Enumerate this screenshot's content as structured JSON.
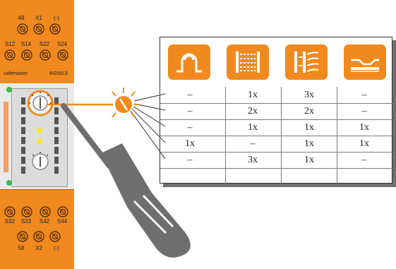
{
  "relay": {
    "top_terminals_row1": [
      "48",
      "X1",
      "(-)"
    ],
    "top_terminals_row2": [
      "S12",
      "S14",
      "S22",
      "S24"
    ],
    "brand_left": "safemaster",
    "brand_right": "BG5913",
    "bottom_terminals_row1": [
      "S32",
      "S33",
      "S42",
      "S44"
    ],
    "bottom_terminals_row2": [
      "58",
      "X2",
      "(-)"
    ]
  },
  "table": {
    "columns": [
      "two-hand-icon",
      "light-curtain-icon",
      "light-grid-icon",
      "safety-mat-icon"
    ],
    "rows": [
      [
        "–",
        "1x",
        "3x",
        "–"
      ],
      [
        "–",
        "2x",
        "2x",
        "–"
      ],
      [
        "–",
        "1x",
        "1x",
        "1x"
      ],
      [
        "1x",
        "–",
        "1x",
        "1x"
      ],
      [
        "–",
        "3x",
        "1x",
        "–"
      ]
    ]
  },
  "colors": {
    "orange": "#f08a1e",
    "tool_grey": "#6e6e6e",
    "led_yellow": "#f6e62a",
    "led_green": "#3fb54a"
  }
}
